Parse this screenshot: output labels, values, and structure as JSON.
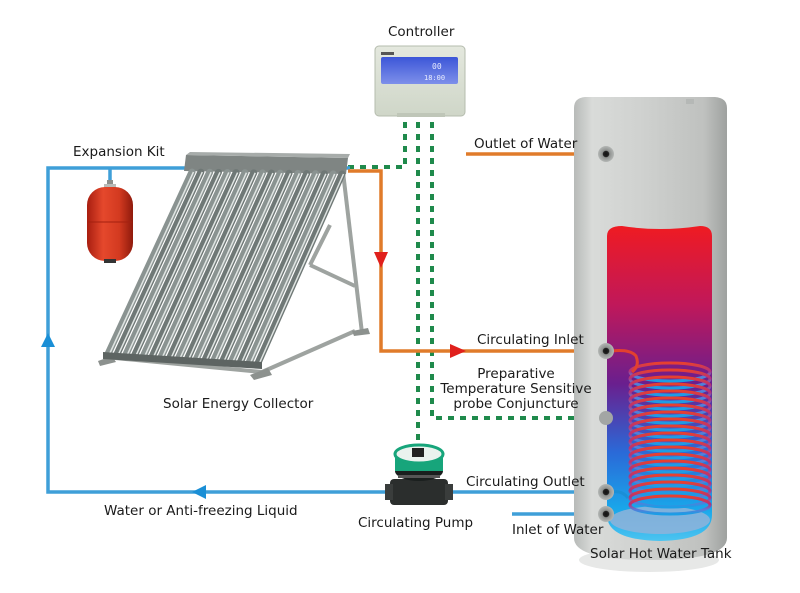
{
  "title": "Split Pressurized Solar Water Heating System",
  "labels": {
    "controller": "Controller",
    "expansion_kit": "Expansion Kit",
    "solar_collector": "Solar Energy Collector",
    "outlet_of_water": "Outlet of Water",
    "circulating_inlet": "Circulating Inlet",
    "probe_line1": "Preparative",
    "probe_line2": "Temperature Sensitive",
    "probe_line3": "probe Conjuncture",
    "circulating_outlet": "Circulating Outlet",
    "inlet_of_water": "Inlet of Water",
    "tank": "Solar Hot Water Tank",
    "circulating_pump": "Circulating Pump",
    "loop_fluid": "Water or Anti-freezing Liquid"
  },
  "controller_display": {
    "value1": "00",
    "value2": "18:00"
  },
  "colors": {
    "hot_pipe": "#e07b2a",
    "hot_arrow": "#e0201c",
    "cold_pipe": "#3f9fd8",
    "signal_wire": "#1f8a4c",
    "tank_body": "#c9cbc9",
    "tank_hot": "#e8161e",
    "tank_mid": "#6a1a8a",
    "tank_cold": "#1a8fe0",
    "expansion_tank": "#d63a22",
    "pump_green": "#1aa27a",
    "collector_tube": "#7a8482"
  },
  "flow": {
    "hot_line": "collector → circulating inlet",
    "cold_line": "circulating outlet → pump → collector"
  }
}
